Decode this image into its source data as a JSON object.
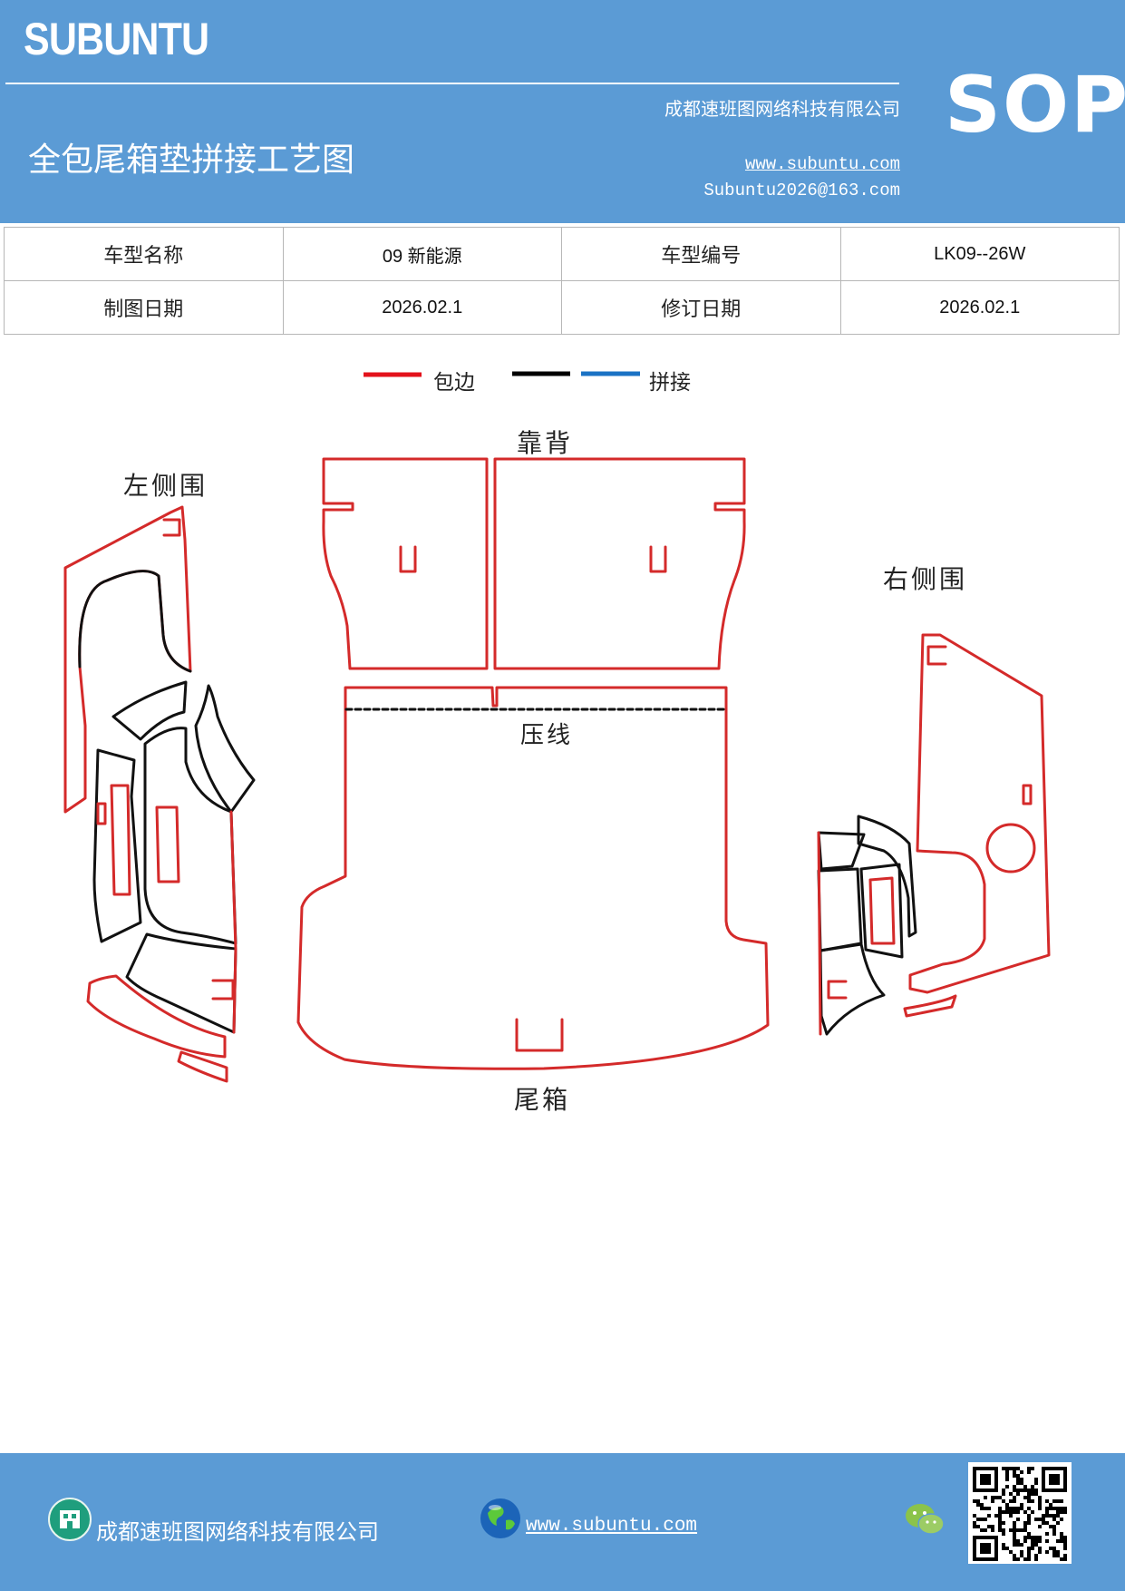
{
  "header": {
    "brand": "SUBUNTU",
    "company": "成都速班图网络科技有限公司",
    "title": "全包尾箱垫拼接工艺图",
    "website": "www.subuntu.com",
    "email": "Subuntu2026@163.com",
    "badge": "SOP"
  },
  "info_table": {
    "rows": [
      [
        "车型名称",
        "09 新能源",
        "车型编号",
        "LK09--26W"
      ],
      [
        "制图日期",
        "2026.02.1",
        "修订日期",
        "2026.02.1"
      ]
    ]
  },
  "legend": {
    "items": [
      {
        "label": "包边",
        "color": "#e3121b"
      },
      {
        "label": "",
        "color": "#000000"
      },
      {
        "label": "拼接",
        "color": "#1a72c4"
      }
    ]
  },
  "drawing": {
    "left_panel": "左侧围",
    "backrest": "靠背",
    "right_panel": "右侧围",
    "crease": "压线",
    "trunk": "尾箱",
    "colors": {
      "edge": "#d42a2a",
      "splice": "#111111",
      "crease": "#111111"
    }
  },
  "footer": {
    "company": "成都速班图网络科技有限公司",
    "website": "www.subuntu.com "
  }
}
